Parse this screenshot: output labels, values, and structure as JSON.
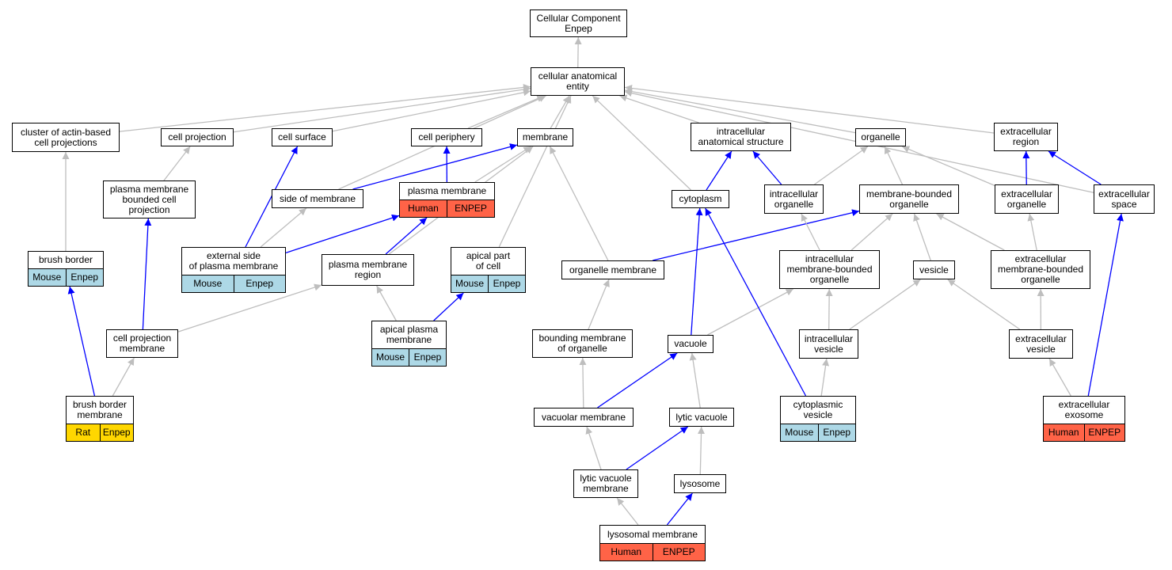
{
  "diagram": {
    "edge_colors": {
      "is_a": "#bebebe",
      "part_of": "#0000ff"
    },
    "species_colors": {
      "Mouse": "#add8e6",
      "Human": "#ff6347",
      "Rat": "#ffd700"
    },
    "nodes": {
      "cc": {
        "label": "Cellular Component\nEnpep"
      },
      "cae": {
        "label": "cellular anatomical\nentity"
      },
      "cluster": {
        "label": "cluster of actin-based\ncell projections"
      },
      "cproj": {
        "label": "cell projection"
      },
      "csurf": {
        "label": "cell surface"
      },
      "cperi": {
        "label": "cell periphery"
      },
      "memb": {
        "label": "membrane"
      },
      "ias": {
        "label": "intracellular\nanatomical structure"
      },
      "organelle": {
        "label": "organelle"
      },
      "exreg": {
        "label": "extracellular\nregion"
      },
      "pmbcp": {
        "label": "plasma membrane\nbounded cell\nprojection"
      },
      "sidem": {
        "label": "side of membrane"
      },
      "pm": {
        "label": "plasma membrane",
        "tags": [
          "Human",
          "ENPEP"
        ],
        "species": "Human"
      },
      "cyto": {
        "label": "cytoplasm"
      },
      "icorg": {
        "label": "intracellular\norganelle"
      },
      "mbo": {
        "label": "membrane-bounded\norganelle"
      },
      "exorg": {
        "label": "extracellular\norganelle"
      },
      "exspace": {
        "label": "extracellular\nspace"
      },
      "brush": {
        "label": "brush border",
        "tags": [
          "Mouse",
          "Enpep"
        ],
        "species": "Mouse"
      },
      "extside": {
        "label": "external side\nof plasma membrane",
        "tags": [
          "Mouse",
          "Enpep"
        ],
        "species": "Mouse"
      },
      "pmreg": {
        "label": "plasma membrane\nregion"
      },
      "apical": {
        "label": "apical part\nof cell",
        "tags": [
          "Mouse",
          "Enpep"
        ],
        "species": "Mouse"
      },
      "orgmem": {
        "label": "organelle membrane"
      },
      "imbo": {
        "label": "intracellular\nmembrane-bounded\norganelle"
      },
      "vesicle": {
        "label": "vesicle"
      },
      "embo": {
        "label": "extracellular\nmembrane-bounded\norganelle"
      },
      "cpm": {
        "label": "cell projection\nmembrane"
      },
      "apm": {
        "label": "apical plasma\nmembrane",
        "tags": [
          "Mouse",
          "Enpep"
        ],
        "species": "Mouse"
      },
      "bmo": {
        "label": "bounding membrane\nof organelle"
      },
      "vacuole": {
        "label": "vacuole"
      },
      "icves": {
        "label": "intracellular\nvesicle"
      },
      "exves": {
        "label": "extracellular\nvesicle"
      },
      "bbm": {
        "label": "brush border\nmembrane",
        "tags": [
          "Rat",
          "Enpep"
        ],
        "species": "Rat"
      },
      "vacmem": {
        "label": "vacuolar membrane"
      },
      "lytvac": {
        "label": "lytic vacuole"
      },
      "cyves": {
        "label": "cytoplasmic\nvesicle",
        "tags": [
          "Mouse",
          "Enpep"
        ],
        "species": "Mouse"
      },
      "exo": {
        "label": "extracellular\nexosome",
        "tags": [
          "Human",
          "ENPEP"
        ],
        "species": "Human"
      },
      "lvm": {
        "label": "lytic vacuole\nmembrane"
      },
      "lyso": {
        "label": "lysosome"
      },
      "lysmem": {
        "label": "lysosomal membrane",
        "tags": [
          "Human",
          "ENPEP"
        ],
        "species": "Human"
      }
    },
    "edges": [
      {
        "from": "cae",
        "to": "cc",
        "type": "is_a"
      },
      {
        "from": "cluster",
        "to": "cae",
        "type": "is_a"
      },
      {
        "from": "cproj",
        "to": "cae",
        "type": "is_a"
      },
      {
        "from": "csurf",
        "to": "cae",
        "type": "is_a"
      },
      {
        "from": "cperi",
        "to": "cae",
        "type": "is_a"
      },
      {
        "from": "memb",
        "to": "cae",
        "type": "is_a"
      },
      {
        "from": "ias",
        "to": "cae",
        "type": "is_a"
      },
      {
        "from": "organelle",
        "to": "cae",
        "type": "is_a"
      },
      {
        "from": "exreg",
        "to": "cae",
        "type": "is_a"
      },
      {
        "from": "sidem",
        "to": "cae",
        "type": "is_a"
      },
      {
        "from": "cyto",
        "to": "cae",
        "type": "is_a"
      },
      {
        "from": "exspace",
        "to": "cae",
        "type": "is_a"
      },
      {
        "from": "apical",
        "to": "cae",
        "type": "is_a"
      },
      {
        "from": "pmbcp",
        "to": "cproj",
        "type": "is_a"
      },
      {
        "from": "brush",
        "to": "cluster",
        "type": "is_a"
      },
      {
        "from": "sidem",
        "to": "memb",
        "type": "part_of"
      },
      {
        "from": "pm",
        "to": "cperi",
        "type": "part_of"
      },
      {
        "from": "pm",
        "to": "memb",
        "type": "is_a"
      },
      {
        "from": "cyto",
        "to": "ias",
        "type": "part_of"
      },
      {
        "from": "icorg",
        "to": "ias",
        "type": "part_of"
      },
      {
        "from": "icorg",
        "to": "organelle",
        "type": "is_a"
      },
      {
        "from": "mbo",
        "to": "organelle",
        "type": "is_a"
      },
      {
        "from": "exorg",
        "to": "organelle",
        "type": "is_a"
      },
      {
        "from": "exorg",
        "to": "exreg",
        "type": "part_of"
      },
      {
        "from": "exspace",
        "to": "exreg",
        "type": "part_of"
      },
      {
        "from": "extside",
        "to": "csurf",
        "type": "part_of"
      },
      {
        "from": "extside",
        "to": "sidem",
        "type": "is_a"
      },
      {
        "from": "extside",
        "to": "pm",
        "type": "part_of"
      },
      {
        "from": "pmreg",
        "to": "pm",
        "type": "part_of"
      },
      {
        "from": "pmreg",
        "to": "memb",
        "type": "is_a"
      },
      {
        "from": "orgmem",
        "to": "memb",
        "type": "is_a"
      },
      {
        "from": "orgmem",
        "to": "mbo",
        "type": "part_of"
      },
      {
        "from": "imbo",
        "to": "icorg",
        "type": "is_a"
      },
      {
        "from": "imbo",
        "to": "mbo",
        "type": "is_a"
      },
      {
        "from": "vesicle",
        "to": "mbo",
        "type": "is_a"
      },
      {
        "from": "embo",
        "to": "mbo",
        "type": "is_a"
      },
      {
        "from": "embo",
        "to": "exorg",
        "type": "is_a"
      },
      {
        "from": "cpm",
        "to": "pmbcp",
        "type": "part_of"
      },
      {
        "from": "cpm",
        "to": "pmreg",
        "type": "is_a"
      },
      {
        "from": "apm",
        "to": "pmreg",
        "type": "is_a"
      },
      {
        "from": "apm",
        "to": "apical",
        "type": "part_of"
      },
      {
        "from": "bmo",
        "to": "orgmem",
        "type": "is_a"
      },
      {
        "from": "vacuole",
        "to": "imbo",
        "type": "is_a"
      },
      {
        "from": "vacuole",
        "to": "cyto",
        "type": "part_of"
      },
      {
        "from": "icves",
        "to": "imbo",
        "type": "is_a"
      },
      {
        "from": "icves",
        "to": "vesicle",
        "type": "is_a"
      },
      {
        "from": "exves",
        "to": "vesicle",
        "type": "is_a"
      },
      {
        "from": "exves",
        "to": "embo",
        "type": "is_a"
      },
      {
        "from": "bbm",
        "to": "cpm",
        "type": "is_a"
      },
      {
        "from": "bbm",
        "to": "brush",
        "type": "part_of"
      },
      {
        "from": "vacmem",
        "to": "bmo",
        "type": "is_a"
      },
      {
        "from": "vacmem",
        "to": "vacuole",
        "type": "part_of"
      },
      {
        "from": "lytvac",
        "to": "vacuole",
        "type": "is_a"
      },
      {
        "from": "cyves",
        "to": "icves",
        "type": "is_a"
      },
      {
        "from": "cyves",
        "to": "cyto",
        "type": "part_of"
      },
      {
        "from": "exo",
        "to": "exves",
        "type": "is_a"
      },
      {
        "from": "exo",
        "to": "exspace",
        "type": "part_of"
      },
      {
        "from": "lvm",
        "to": "vacmem",
        "type": "is_a"
      },
      {
        "from": "lvm",
        "to": "lytvac",
        "type": "part_of"
      },
      {
        "from": "lyso",
        "to": "lytvac",
        "type": "is_a"
      },
      {
        "from": "lysmem",
        "to": "lvm",
        "type": "is_a"
      },
      {
        "from": "lysmem",
        "to": "lyso",
        "type": "part_of"
      }
    ]
  }
}
